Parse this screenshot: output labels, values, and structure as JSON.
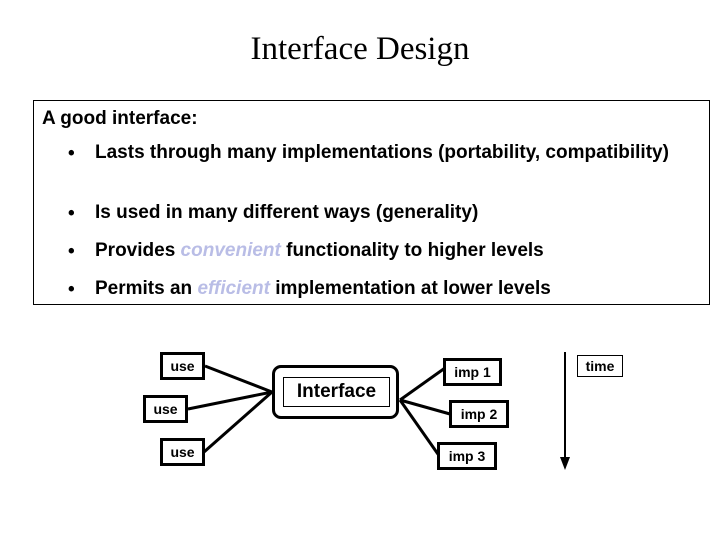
{
  "slide": {
    "title": "Interface Design"
  },
  "content": {
    "lead": "A good interface:",
    "bullets": [
      {
        "marker": "•",
        "parts": [
          {
            "text": "Lasts through many implementations (portability, compatibility)",
            "style": "plain"
          }
        ]
      },
      {
        "marker": "•",
        "parts": [
          {
            "text": "Is used in many different ways (generality)",
            "style": "plain"
          }
        ]
      },
      {
        "marker": "•",
        "parts": [
          {
            "text": "Provides ",
            "style": "plain"
          },
          {
            "text": "convenient",
            "style": "highlight"
          },
          {
            "text": "  functionality to higher levels",
            "style": "plain"
          }
        ]
      },
      {
        "marker": "•",
        "parts": [
          {
            "text": "Permits an ",
            "style": "plain"
          },
          {
            "text": "efficient",
            "style": "highlight"
          },
          {
            "text": " implementation at lower levels",
            "style": "plain"
          }
        ]
      }
    ]
  },
  "diagram": {
    "clients": [
      {
        "label": "use"
      },
      {
        "label": "use"
      },
      {
        "label": "use"
      }
    ],
    "interface": {
      "label": "Interface"
    },
    "implementations": [
      {
        "label": "imp 1"
      },
      {
        "label": "imp 2"
      },
      {
        "label": "imp 3"
      }
    ],
    "time_axis": {
      "label": "time"
    }
  },
  "colors": {
    "highlight": "#b9bde6",
    "ink": "#000000",
    "background": "#ffffff"
  }
}
